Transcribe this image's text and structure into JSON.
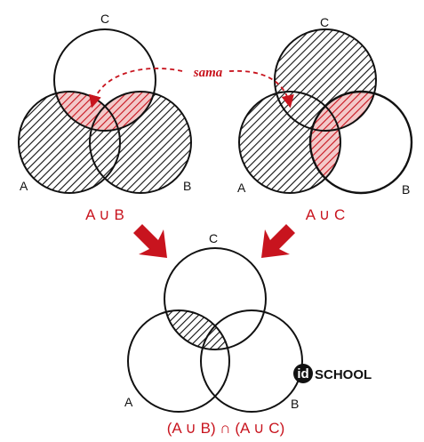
{
  "colors": {
    "accent_red": "#c8141e",
    "line": "#111111",
    "background": "#ffffff"
  },
  "diagram_left": {
    "circle_labels": {
      "a": "A",
      "b": "B",
      "c": "C"
    },
    "caption": "A ∪ B"
  },
  "diagram_right": {
    "circle_labels": {
      "a": "A",
      "b": "B",
      "c": "C"
    },
    "caption": "A ∪ C"
  },
  "diagram_bottom": {
    "circle_labels": {
      "a": "A",
      "b": "B",
      "c": "C"
    },
    "caption": "(A ∪ B) ∩ (A ∪ C)"
  },
  "connector": {
    "label": "sama"
  },
  "logo": {
    "id_text": "id",
    "school_text": "SCHOOL"
  }
}
